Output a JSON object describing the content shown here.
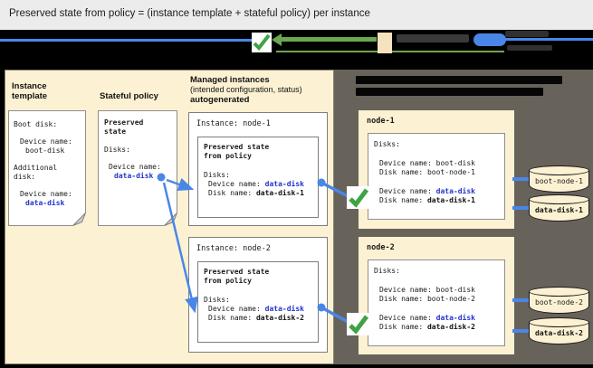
{
  "title_bar": {
    "text": "Preserved state from policy = (instance template + stateful policy) per instance"
  },
  "left_panel": {
    "instance_template": {
      "heading": "Instance template",
      "boot_disk_label": "Boot disk:",
      "boot_device_label": "Device name:",
      "boot_device_value": "boot-disk",
      "additional_disk_label": "Additional disk:",
      "data_device_label": "Device name:",
      "data_device_value": "data-disk"
    },
    "stateful_policy": {
      "heading": "Stateful policy",
      "card_title": "Preserved state",
      "disks_label": "Disks:",
      "device_label": "Device name:",
      "device_value": "data-disk"
    },
    "managed_instances": {
      "heading": "Managed instances",
      "subheading": "(intended configuration, status)",
      "subheading2": "autogenerated",
      "instances": [
        {
          "title": "Instance: node-1",
          "preserved_title": "Preserved state from policy",
          "disks_label": "Disks:",
          "device_label": "Device name: ",
          "device_value": "data-disk",
          "disk_label": "Disk name: ",
          "disk_value": "data-disk-1"
        },
        {
          "title": "Instance: node-2",
          "preserved_title": "Preserved state from policy",
          "disks_label": "Disks:",
          "device_label": "Device name: ",
          "device_value": "data-disk",
          "disk_label": "Disk name: ",
          "disk_value": "data-disk-2"
        }
      ]
    }
  },
  "right_panel": {
    "nodes": [
      {
        "title": "node-1",
        "disks_label": "Disks:",
        "boot_device_label": "Device name: ",
        "boot_device_value": "boot-disk",
        "boot_disk_label": "Disk name: ",
        "boot_disk_value": "boot-node-1",
        "data_device_label": "Device name: ",
        "data_device_value": "data-disk",
        "data_disk_label": "Disk name: ",
        "data_disk_value": "data-disk-1",
        "cylinders": [
          {
            "label": "boot-node-1"
          },
          {
            "label": "data-disk-1"
          }
        ]
      },
      {
        "title": "node-2",
        "disks_label": "Disks:",
        "boot_device_label": "Device name: ",
        "boot_device_value": "boot-disk",
        "boot_disk_label": "Disk name: ",
        "boot_disk_value": "boot-node-2",
        "data_device_label": "Device name: ",
        "data_device_value": "data-disk",
        "data_disk_label": "Disk name: ",
        "data_disk_value": "data-disk-2",
        "cylinders": [
          {
            "label": "boot-node-2"
          },
          {
            "label": "data-disk-2"
          }
        ]
      }
    ]
  },
  "colors": {
    "background": "#000000",
    "titlebar_bg": "#ECECEC",
    "panel_cream": "#FCF2D3",
    "panel_dark": "#67635B",
    "card_white": "#FFFFFF",
    "value_blue": "#2333CC",
    "connector_blue": "#4A86E8",
    "check_green": "#3FA345",
    "legend_green": "#6AA84F",
    "legend_beige": "#F6E3BD"
  }
}
